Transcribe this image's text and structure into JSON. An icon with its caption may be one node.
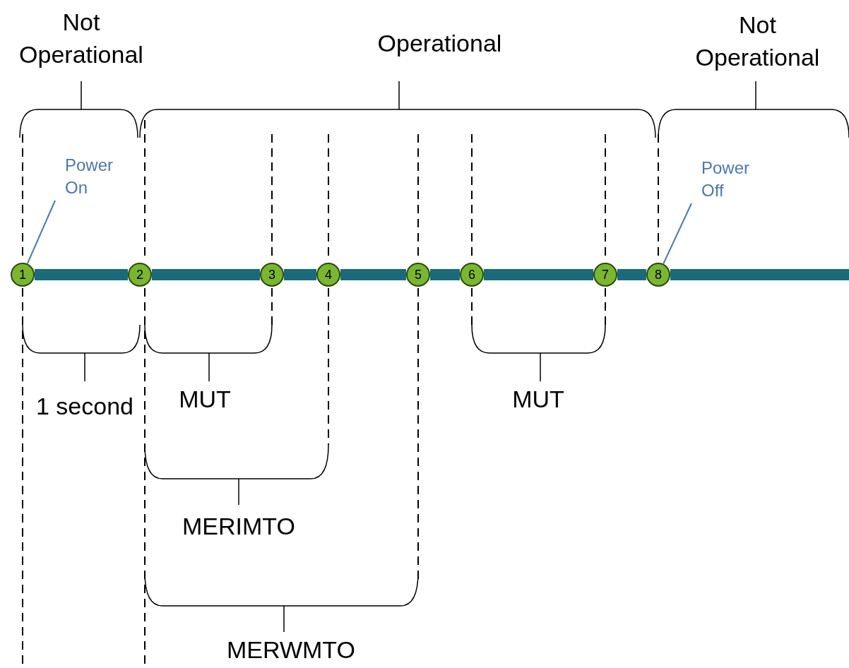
{
  "diagram": {
    "nodes": [
      {
        "text": [
          "1"
        ]
      },
      {
        "text": [
          "2"
        ]
      },
      {
        "text": [
          "3"
        ]
      },
      {
        "text": [
          "4"
        ]
      },
      {
        "text": [
          "5"
        ]
      },
      {
        "text": [
          "6"
        ]
      },
      {
        "text": [
          "7"
        ]
      },
      {
        "text": [
          "8"
        ]
      },
      {
        "text": [
          "Power On"
        ]
      },
      {
        "text": [
          "Power Off"
        ]
      }
    ],
    "edges": [
      {
        "from": 0,
        "to": 1,
        "arrow": "none"
      },
      {
        "from": 1,
        "to": 2,
        "arrow": "none"
      },
      {
        "from": 2,
        "to": 3,
        "arrow": "none"
      },
      {
        "from": 3,
        "to": 4,
        "arrow": "none"
      },
      {
        "from": 4,
        "to": 5,
        "arrow": "none"
      },
      {
        "from": 5,
        "to": 6,
        "arrow": "none"
      },
      {
        "from": 6,
        "to": 7,
        "arrow": "none"
      },
      {
        "from": 7,
        "to": null,
        "arrow": "none"
      },
      {
        "from": 8,
        "to": 0,
        "arrow": "none",
        "color": "#4a78a8"
      },
      {
        "from": 9,
        "to": 7,
        "arrow": "none",
        "color": "#4a78a8"
      }
    ],
    "labels": [
      "Not Operational",
      "Operational",
      "Not Operational",
      "1 second",
      "MUT",
      "MUT",
      "MERIMTO",
      "MERWMTO"
    ]
  }
}
